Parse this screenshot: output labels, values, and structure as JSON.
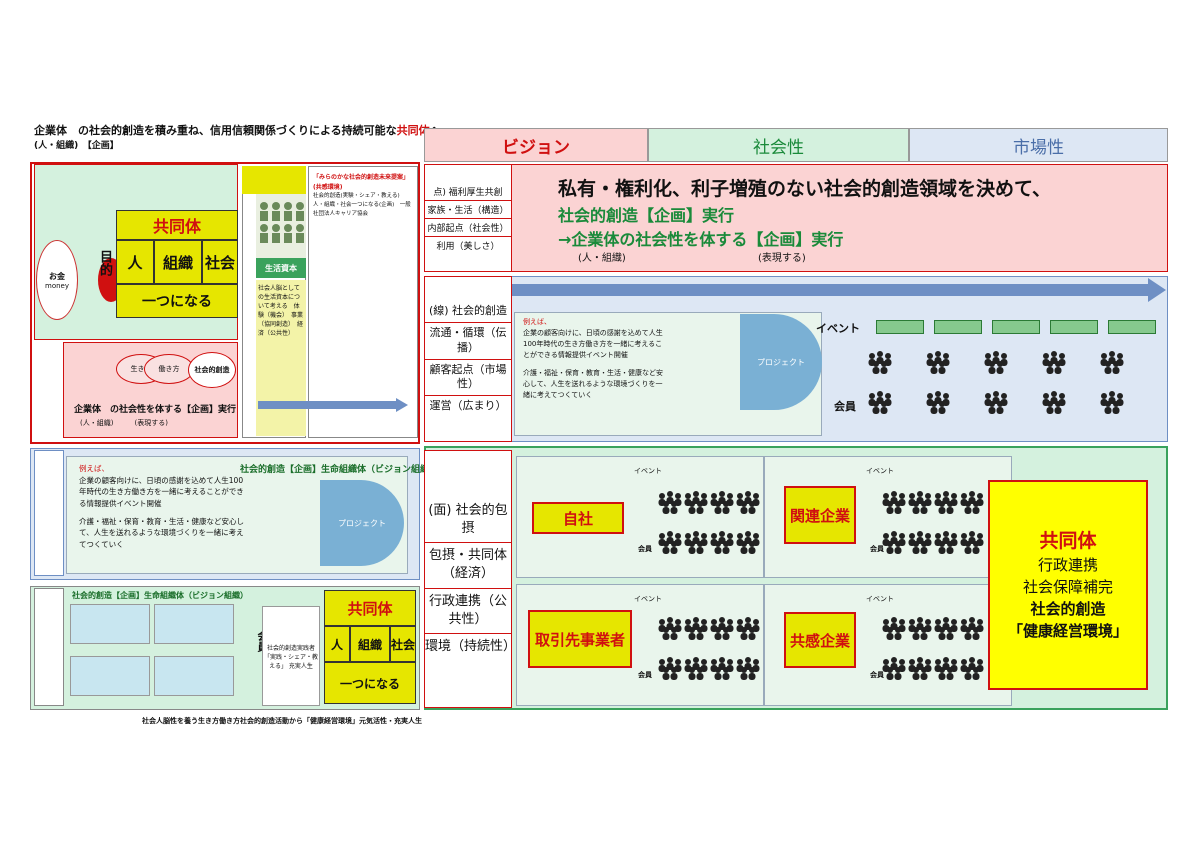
{
  "header": {
    "title_a": "企業体　の社会的創造を積み重ね、信用信頼関係づくりによる持続可能な",
    "title_b": "共同体",
    "title_c": "へ",
    "subtitle": "(人・組織)　【企画】"
  },
  "tabs": {
    "vision": "ビジョン",
    "social": "社会性",
    "market": "市場性"
  },
  "left_top": {
    "kyodotai": "共同体",
    "hito": "人",
    "soshiki": "組織",
    "shakai": "社会",
    "hitotsu": "一つになる",
    "mokuteki": "目的",
    "money": "お金",
    "money_en": "money",
    "seikatsu": "生活資本",
    "seikatsu_text": "社会人脳としての生活資本について考える　体験（機会）　事業（協同創造）　経済（公共性）",
    "right_title": "「みらのかな社会的創造未来提案」(共感環境)",
    "right_text": "社会的創造(実験・シェア・教える)　人・組織・社会一つになる(企画)　一般社団法人キャリア協会",
    "venn1": "生き方",
    "venn2": "働き方",
    "venn3": "社会的創造",
    "pink_text": "企業体　の社会性を体する【企画】実行",
    "pink_sub": "(人・組織)　　　(表現する)"
  },
  "vision": {
    "list": [
      "点) 福利厚生共創",
      "家族・生活（構造）",
      "内部起点（社会性）",
      "利用（美しさ）"
    ],
    "l1": "私有・権利化、利子増殖のない社会的創造領域を決めて、",
    "l2": "社会的創造【企画】実行",
    "l3": "→企業体の社会性を体する【企画】実行",
    "l4": "(人・組織)",
    "l5": "(表現する)"
  },
  "line": {
    "list": [
      "(線) 社会的創造",
      "流通・循環（伝播）",
      "顧客起点（市場性）",
      "運営（広まり）"
    ],
    "box_head": "例えば、",
    "box_text": "企業の顧客向けに、日頃の感謝を込めて人生100年時代の生き方働き方を一緒に考えることができる情報提供イベント開催",
    "box_text2": "介護・福祉・保育・教育・生活・健康など安心して、人生を送れるような環境づくりを一緒に考えてつくていく",
    "project": "プロジェクト",
    "event": "イベント",
    "member": "会員"
  },
  "surface_left": {
    "title": "社会的創造【企画】生命組織体（ビジョン組織）",
    "head": "例えば、",
    "text1": "企業の顧客向けに、日頃の感謝を込めて人生100年時代の生き方働き方を一緒に考えることができる情報提供イベント開催",
    "text2": "介護・福祉・保育・教育・生活・健康など安心して、人生を送れるような環境づくりを一緒に考えてつくていく",
    "project": "プロジェクト"
  },
  "surface_left2": {
    "title": "社会的創造【企画】生命組織体（ビジョン組織）",
    "kyodotai": "共同体",
    "hito": "人",
    "soshiki": "組織",
    "shakai": "社会",
    "hitotsu": "一つになる",
    "kaiin": "会員",
    "card": "社会的創造実践者 「実践・シェア・教える」 充実人生"
  },
  "footer_note": "社会人脳性を養う生き方働き方社会的創造活動から「健康経営環境」元気活性・充実人生",
  "surface_right": {
    "list": [
      "(面) 社会的包摂",
      "包摂・共同体（経済）",
      "行政連携（公共性）",
      "環境（持続性）"
    ],
    "q1": "自社",
    "q2": "関連企業",
    "q3": "取引先事業者",
    "q4": "共感企業",
    "event": "イベント",
    "member": "会員",
    "big_title": "共同体",
    "big_l1": "行政連携",
    "big_l2": "社会保障補完",
    "big_l3": "社会的創造",
    "big_l4": "「健康経営環境」"
  },
  "colors": {
    "red": "#d01010",
    "green": "#1a8a3a",
    "blue": "#4a6ea8",
    "yellow": "#e6e600"
  }
}
